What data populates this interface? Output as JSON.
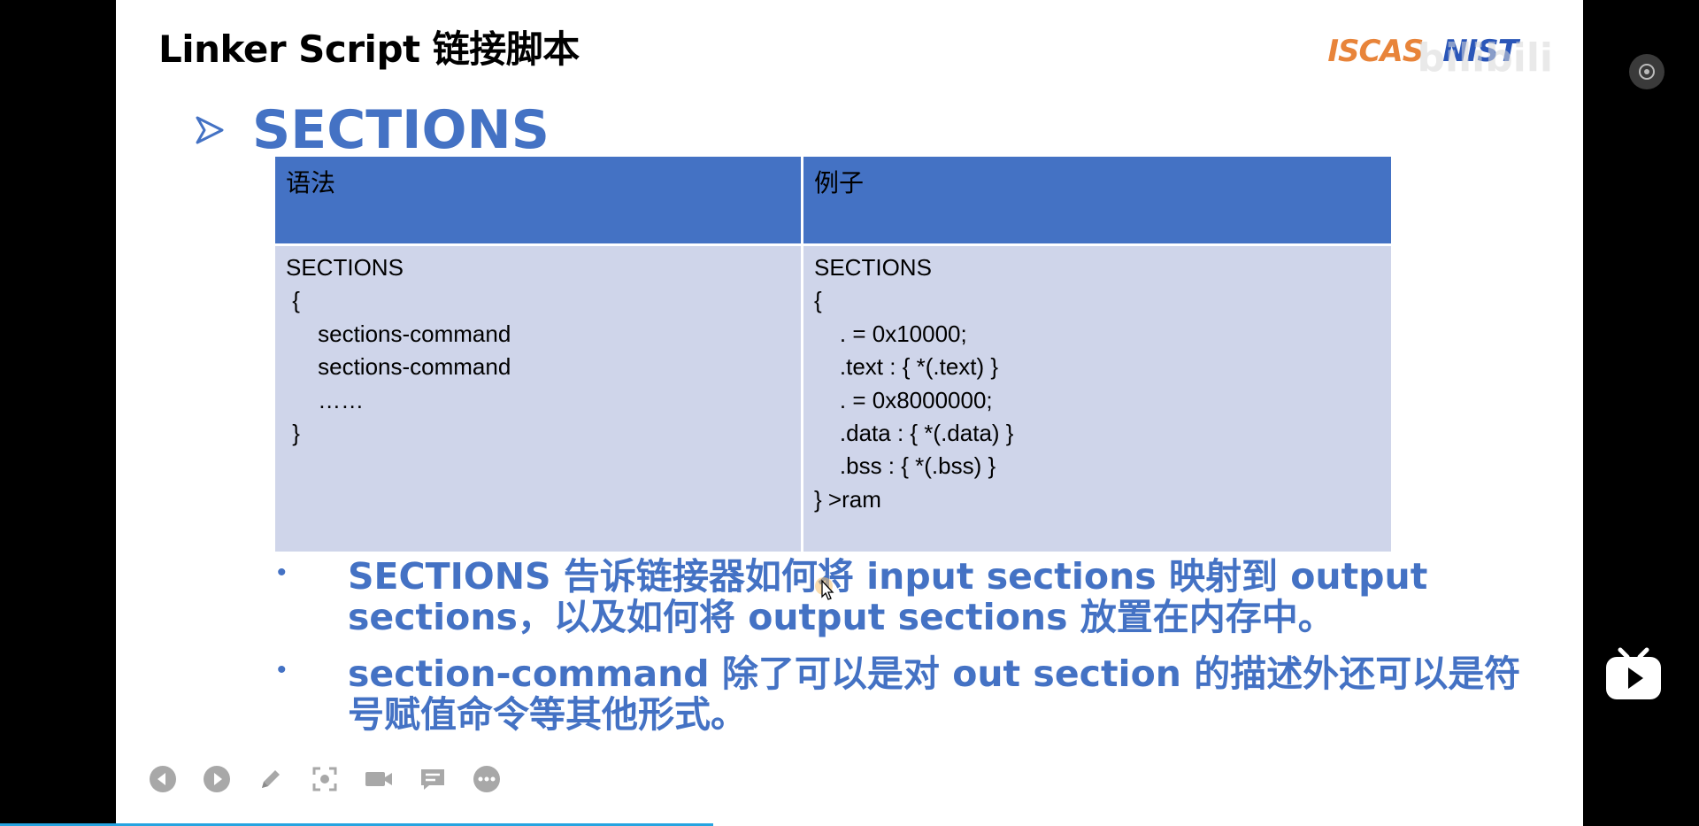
{
  "slide": {
    "title": "Linker Script 链接脚本",
    "logos": {
      "left": "ISCAS",
      "right": "NIST"
    },
    "watermark": "bilibili",
    "heading": "SECTIONS"
  },
  "table": {
    "headers": [
      "语法",
      "例子"
    ],
    "syntax_lines": [
      "SECTIONS",
      " {",
      "     sections-command",
      "     sections-command",
      "     ……",
      " }"
    ],
    "example_lines": [
      "SECTIONS",
      "{",
      "    . = 0x10000;",
      "    .text : { *(.text) }",
      "    . = 0x8000000;",
      "    .data : { *(.data) }",
      "    .bss : { *(.bss) }",
      "} >ram"
    ]
  },
  "bullets": [
    {
      "marker": "•",
      "text": "SECTIONS 告诉链接器如何将 input sections 映射到 output sections，以及如何将 output sections 放置在内存中。"
    },
    {
      "marker": "•",
      "text": "section-command 除了可以是对 out section 的描述外还可以是符号赋值命令等其他形式。"
    }
  ],
  "toolbar": {
    "buttons": [
      "previous-icon",
      "next-icon",
      "pen-icon",
      "screenshot-icon",
      "camera-icon",
      "comment-icon",
      "more-icon"
    ]
  },
  "player": {
    "progress": 0.42
  },
  "colors": {
    "accent": "#4472c4",
    "cell": "#cfd5ea",
    "progress": "#26a4e0"
  }
}
